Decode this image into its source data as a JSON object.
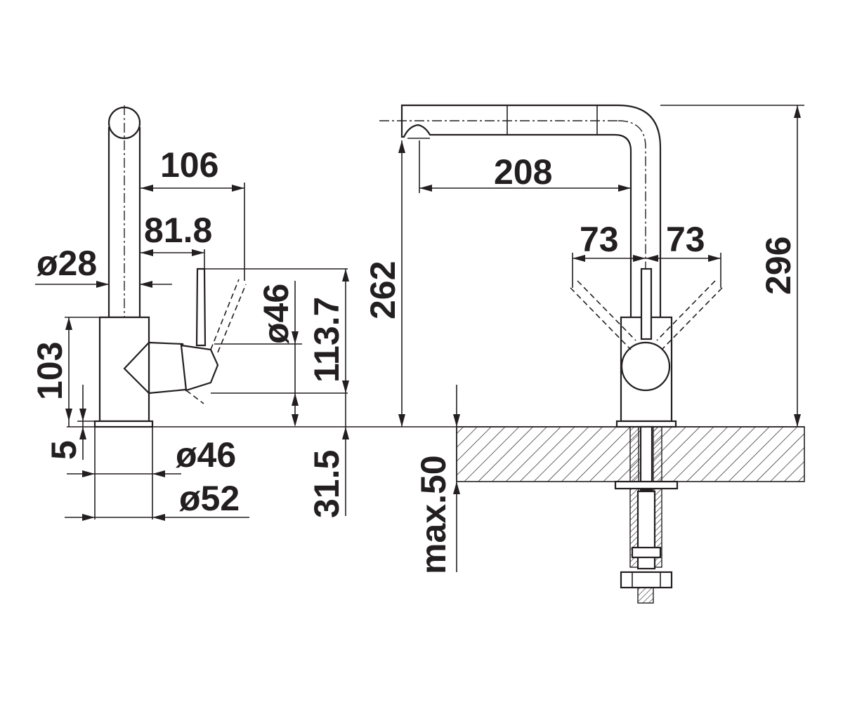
{
  "colors": {
    "ink": "#231f20",
    "background": "#ffffff",
    "hatch": "#231f20"
  },
  "side_view": {
    "dim_height_upper": "106",
    "dim_handle_offset": "81.8",
    "dim_spout_diameter": "ø28",
    "dim_handle_diameter": "ø46",
    "dim_handle_height": "113.7",
    "dim_body_height": "103",
    "dim_base_height": "5",
    "dim_base_inner_diameter": "ø46",
    "dim_base_outer_diameter": "ø52",
    "dim_lower_offset": "31.5"
  },
  "front_view": {
    "dim_spout_reach": "208",
    "dim_spout_height": "262",
    "dim_handle_swing_left": "73",
    "dim_handle_swing_right": "73",
    "dim_total_height": "296",
    "dim_counter_thickness": "max.50"
  }
}
